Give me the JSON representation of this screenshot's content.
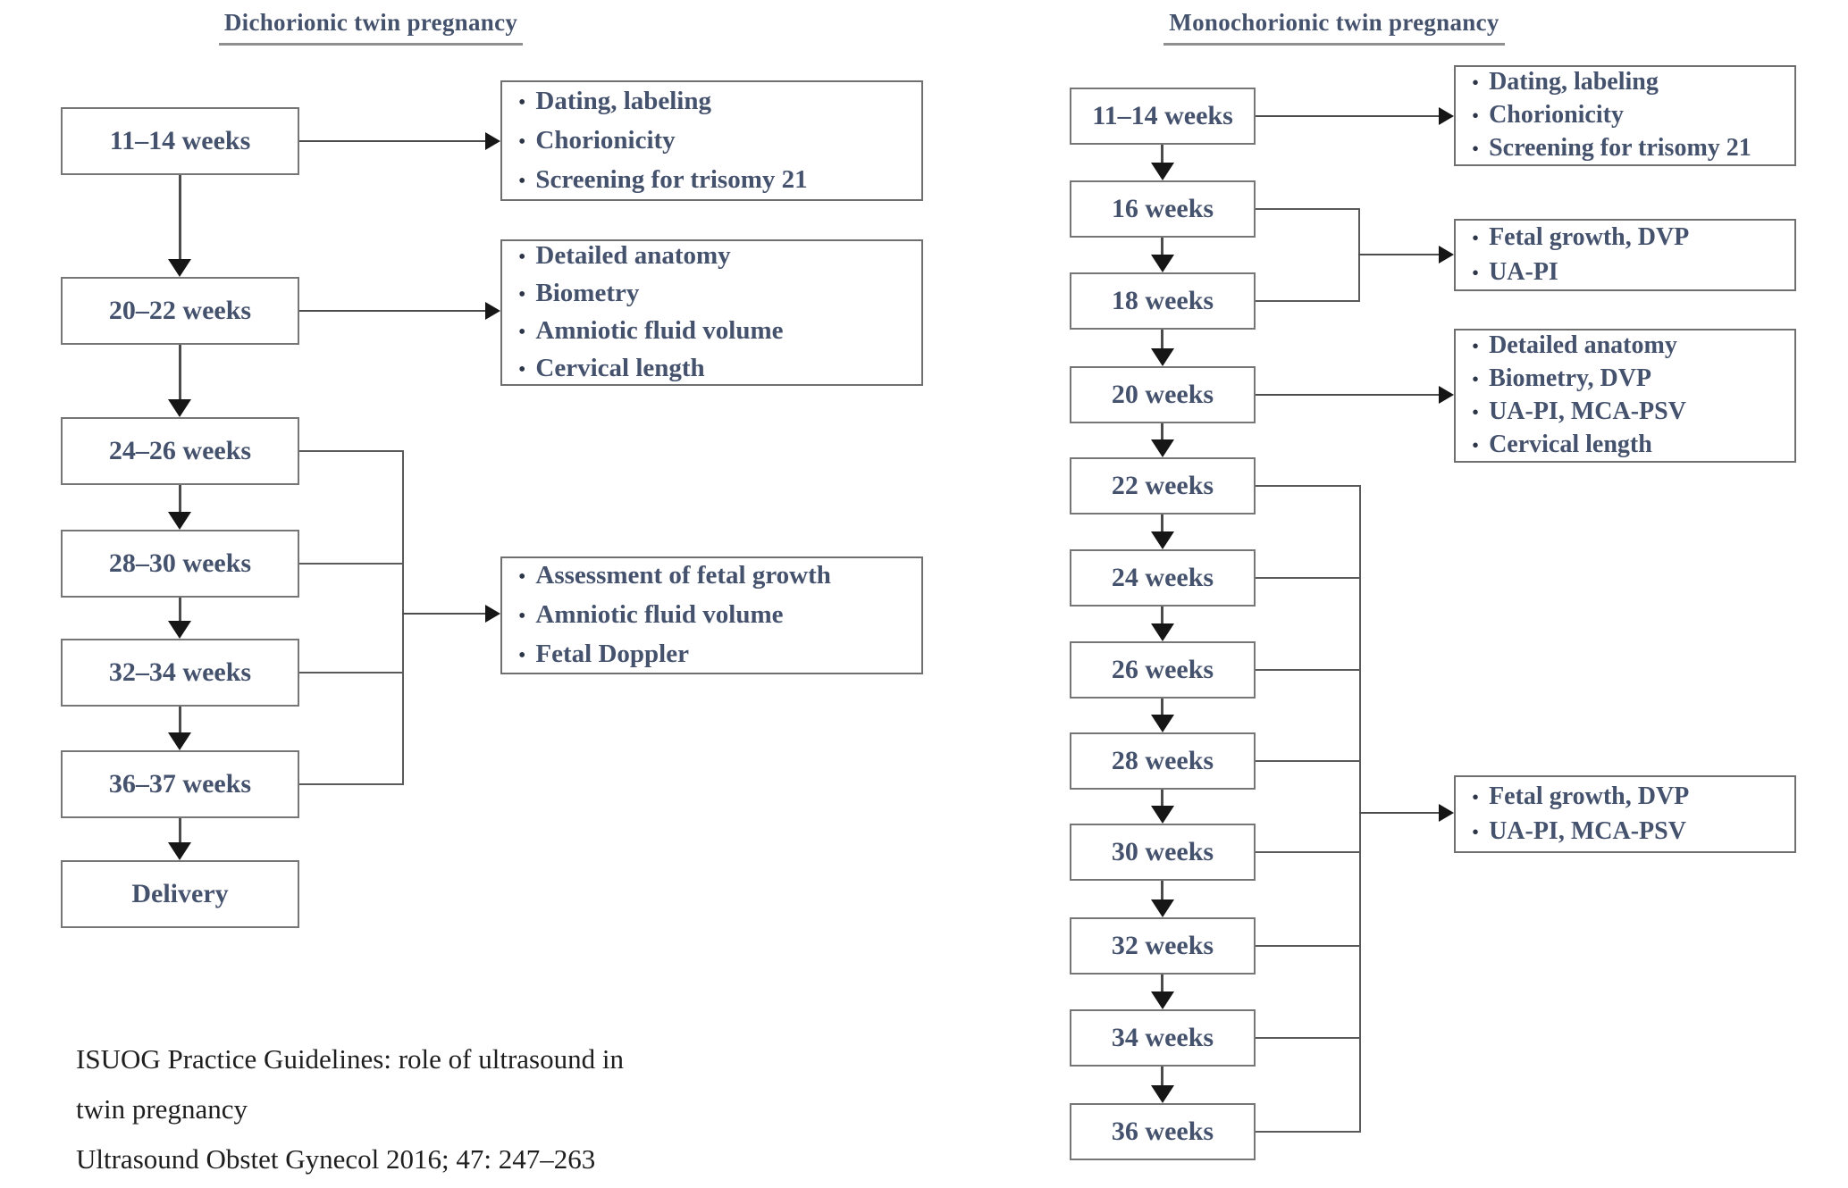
{
  "glyphs": {
    "bullet": "•"
  },
  "left_panel": {
    "title": "Dichorionic twin pregnancy",
    "stages": [
      "11–14 weeks",
      "20–22 weeks",
      "24–26 weeks",
      "28–30 weeks",
      "32–34 weeks",
      "36–37 weeks",
      "Delivery"
    ],
    "info_boxes": [
      {
        "items": [
          "Dating, labeling",
          "Chorionicity",
          "Screening for trisomy 21"
        ]
      },
      {
        "items": [
          "Detailed anatomy",
          "Biometry",
          "Amniotic fluid volume",
          "Cervical length"
        ]
      },
      {
        "items": [
          "Assessment of fetal growth",
          "Amniotic fluid volume",
          "Fetal Doppler"
        ]
      }
    ]
  },
  "right_panel": {
    "title": "Monochorionic twin pregnancy",
    "stages": [
      "11–14 weeks",
      "16 weeks",
      "18 weeks",
      "20 weeks",
      "22 weeks",
      "24 weeks",
      "26 weeks",
      "28 weeks",
      "30 weeks",
      "32 weeks",
      "34 weeks",
      "36 weeks"
    ],
    "info_boxes": [
      {
        "items": [
          "Dating, labeling",
          "Chorionicity",
          "Screening for trisomy 21"
        ]
      },
      {
        "items": [
          "Fetal growth, DVP",
          "UA-PI"
        ]
      },
      {
        "items": [
          "Detailed anatomy",
          "Biometry, DVP",
          "UA-PI, MCA-PSV",
          "Cervical length"
        ]
      },
      {
        "items": [
          "Fetal growth, DVP",
          "UA-PI, MCA-PSV"
        ]
      }
    ]
  },
  "caption": {
    "line1": "ISUOG Practice Guidelines: role of ultrasound in",
    "line2": "twin pregnancy",
    "line3": "Ultrasound Obstet Gynecol 2016; 47: 247–263"
  },
  "colors": {
    "diagram_text": "#45526d",
    "box_border": "#767676",
    "connector_line": "#4c4c4c",
    "arrowhead": "#161616",
    "caption_text": "#1e1e1e"
  }
}
